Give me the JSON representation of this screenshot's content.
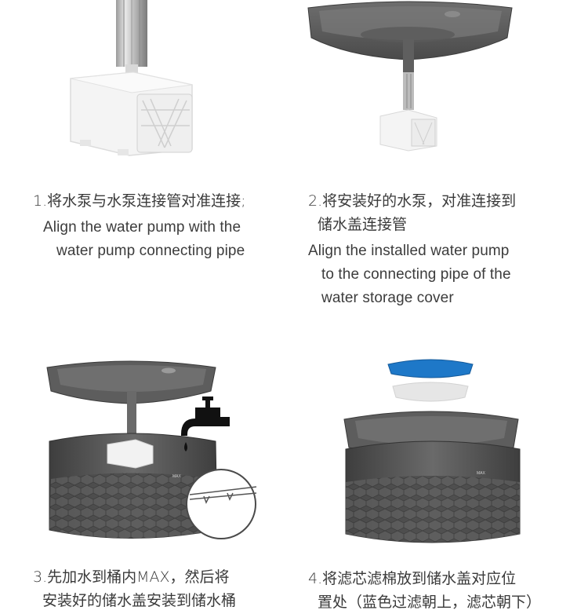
{
  "steps": [
    {
      "zh_lines": [
        "1.将水泵与水泵连接管对准连接;"
      ],
      "en_lines": [
        "Align the water pump with the",
        "water pump connecting pipe"
      ]
    },
    {
      "zh_lines": [
        "2.将安装好的水泵，对准连接到",
        "储水盖连接管"
      ],
      "en_lines": [
        "Align the installed water pump",
        "to the connecting pipe of the",
        "water storage cover"
      ]
    },
    {
      "zh_lines": [
        "3.先加水到桶内MAX，然后将",
        "安装好的储水盖安装到储水桶"
      ],
      "en_lines": []
    },
    {
      "zh_lines": [
        "4.将滤芯滤棉放到储水盖对应位",
        "置处（蓝色过滤朝上，滤芯朝下）"
      ],
      "en_lines": []
    }
  ],
  "labels": {
    "max_mark": "MAX"
  },
  "colors": {
    "tray_dark": "#5c5c5c",
    "filter_blue": "#1e78c8",
    "pump_white": "#f2f2f2"
  }
}
